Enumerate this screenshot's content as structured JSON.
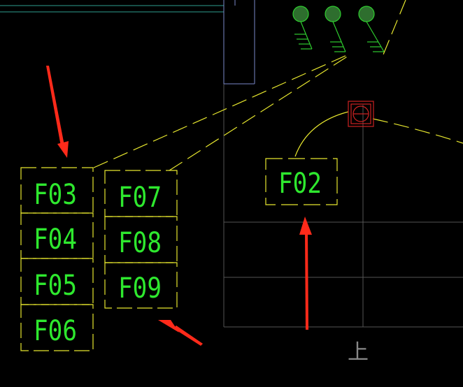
{
  "drawing": {
    "background": "#000000",
    "colors": {
      "yellow": "#E6E62E",
      "green": "#2ECC2E",
      "grid_gray": "#5A5A5A",
      "blue": "#7A88C8",
      "teal": "#2E9E8E",
      "red": "#CC2222",
      "arrow_red": "#FF2A1A",
      "label_green": "#2EE82E"
    },
    "labels": {
      "f02": "F02",
      "f03": "F03",
      "f04": "F04",
      "f05": "F05",
      "f06": "F06",
      "f07": "F07",
      "f08": "F08",
      "f09": "F09",
      "bottom_char": "上"
    },
    "icons": {
      "vertical_device": "wall-terminal-icon",
      "red_box": "junction-box-icon",
      "arrows": "annotation-arrow-icon"
    }
  }
}
